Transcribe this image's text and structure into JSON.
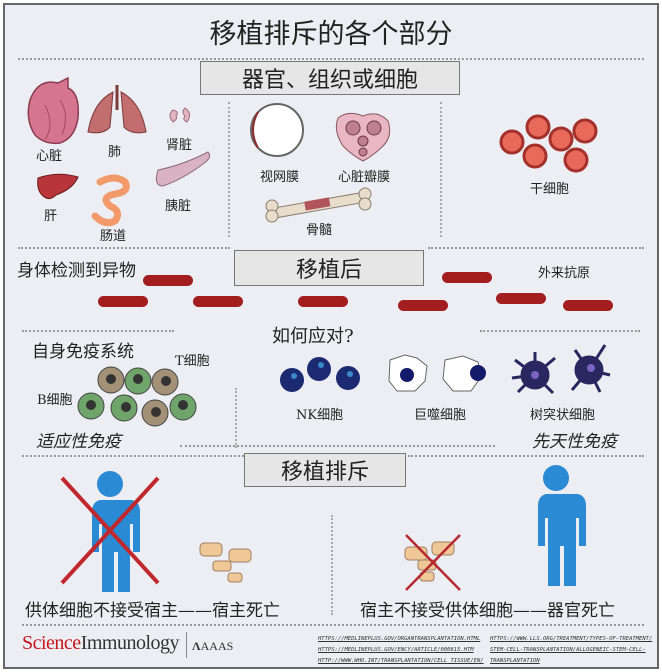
{
  "title": "移植排斥的各个部分",
  "section1": {
    "heading": "器官、组织或细胞",
    "organs": [
      "心脏",
      "肺",
      "肾脏",
      "肝",
      "肠道",
      "胰脏"
    ],
    "tissues": [
      "视网膜",
      "心脏瓣膜",
      "骨髓"
    ],
    "cells": [
      "干细胞"
    ]
  },
  "section2": {
    "heading": "移植后",
    "detect": "身体检测到异物",
    "antigen": "外来抗原",
    "question": "如何应对?",
    "own_immune": "自身免疫系统",
    "t_cell": "T细胞",
    "b_cell": "B细胞",
    "adaptive": "适应性免疫",
    "nk": "NK细胞",
    "macrophage": "巨噬细胞",
    "dendritic": "树突状细胞",
    "innate": "先天性免疫"
  },
  "section3": {
    "heading": "移植排斥",
    "left_caption": "供体细胞不接受宿主——宿主死亡",
    "right_caption": "宿主不接受供体细胞——器官死亡"
  },
  "footer": {
    "logo_science": "Science",
    "logo_immunology": "Immunology",
    "logo_aaas": "AAAS",
    "urls_left": [
      "HTTPS://MEDLINEPLUS.GOV/ORGANTRANSPLANTATION.HTML",
      "HTTPS://MEDLINEPLUS.GOV/ENCY/ARTICLE/000815.HTM",
      "HTTP://WWW.WHO.INT/TRANSPLANTATION/CELL_TISSUE/EN/"
    ],
    "urls_right": [
      "HTTPS://WWW.LLS.ORG/TREATMENT/TYPES-OF-TREATMENT/",
      "STEM-CELL-TRANSPLANTATION/ALLOGENEIC-STEM-CELL-",
      "TRANSPLANTATION"
    ]
  },
  "colors": {
    "background": "#eceef3",
    "antigen": "#a31f1f",
    "human": "#2a8ad4",
    "cross": "#c0282d",
    "science_red": "#c4161c"
  }
}
